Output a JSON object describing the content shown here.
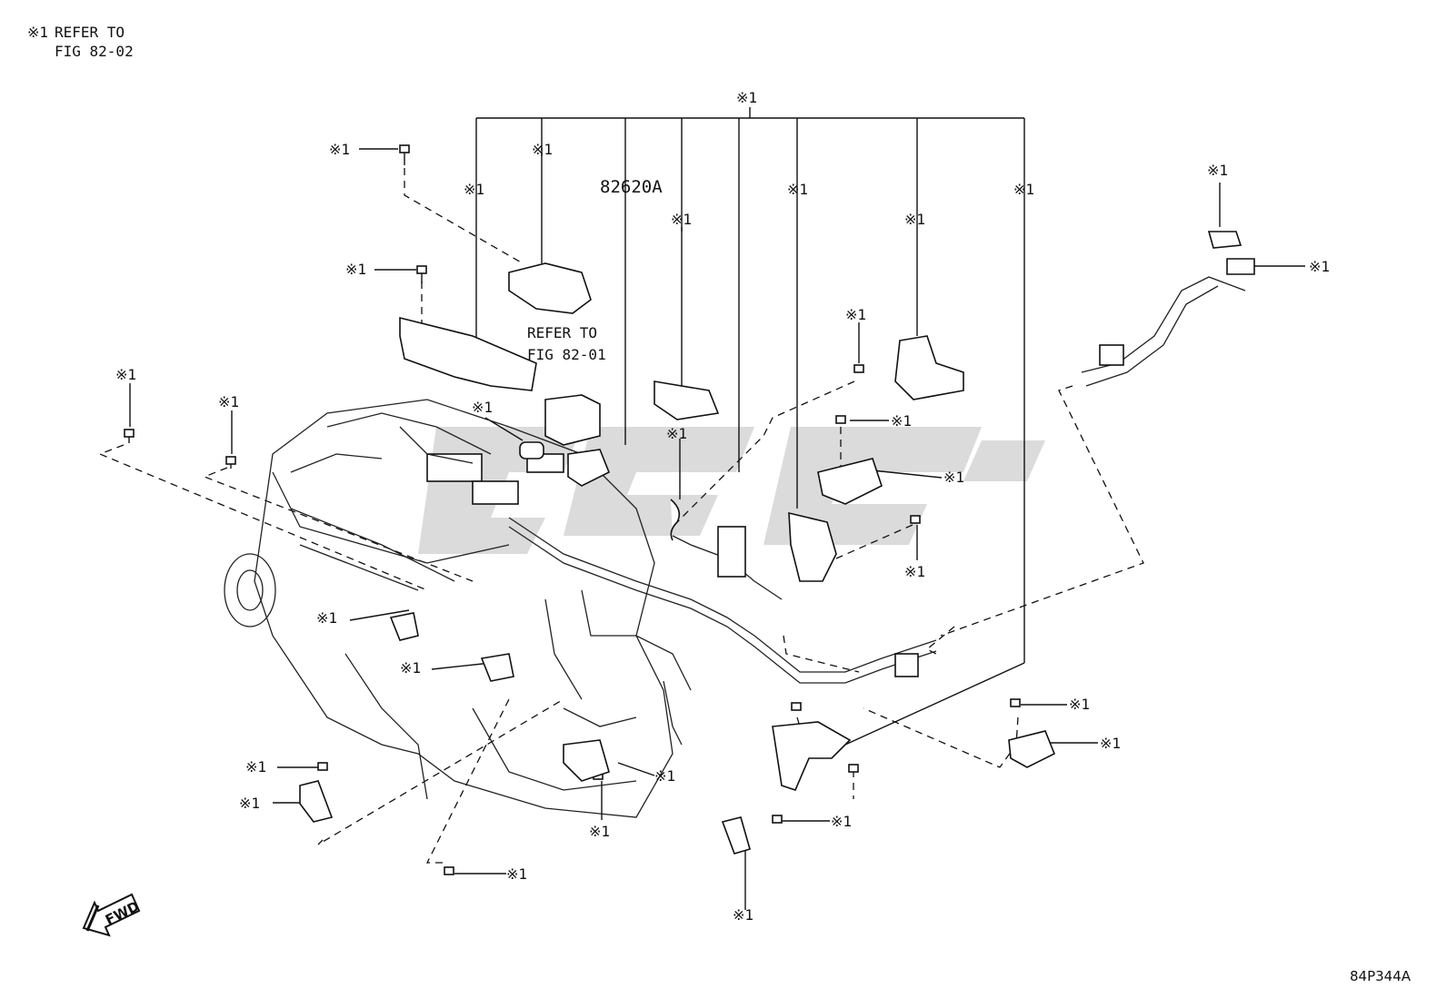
{
  "note": {
    "symbol": "※1",
    "line1": "REFER TO",
    "line2": "FIG 82-02"
  },
  "refer_note": {
    "line1": "REFER TO",
    "line2": "FIG 82-01"
  },
  "part_number": "82620A",
  "figure_id": "84P344A",
  "fwd_label": "FWD",
  "callout": "※1"
}
